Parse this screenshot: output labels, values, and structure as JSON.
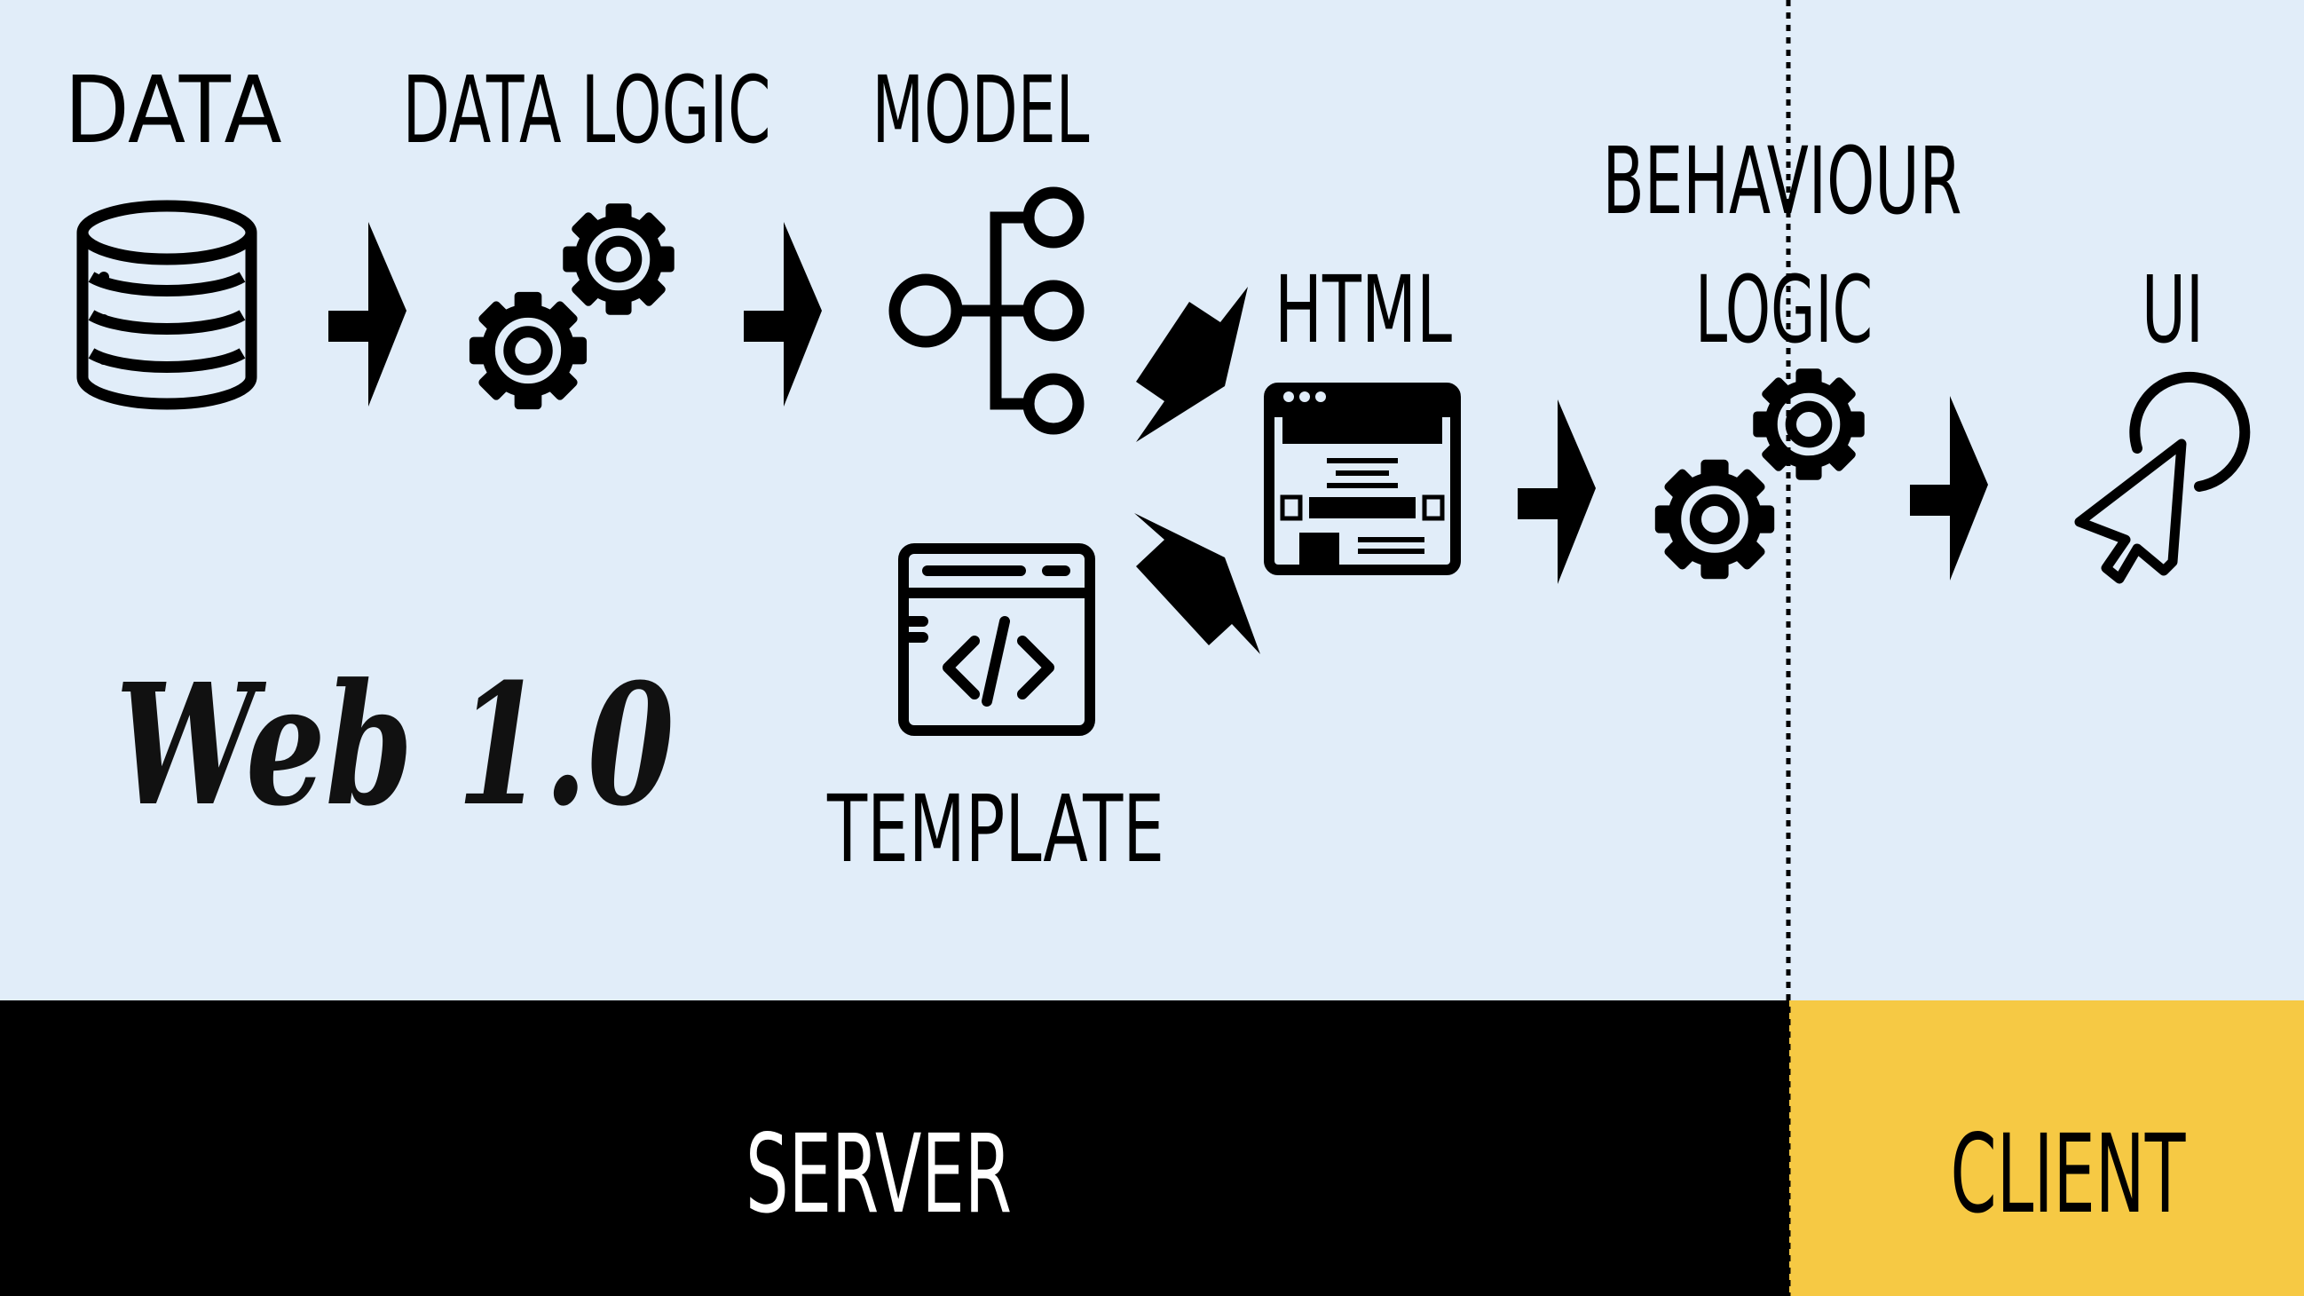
{
  "title": "Web 1.0",
  "steps": {
    "data": "DATA",
    "data_logic": "DATA LOGIC",
    "model": "MODEL",
    "template": "TEMPLATE",
    "html": "HTML",
    "behaviour_line1": "BEHAVIOUR",
    "behaviour_line2": "LOGIC",
    "ui": "UI"
  },
  "zones": {
    "server": "SERVER",
    "client": "CLIENT"
  },
  "colors": {
    "background": "#e1edf9",
    "server_band": "#000000",
    "client_band": "#f6c944",
    "ink": "#000000"
  },
  "icons": [
    "database-icon",
    "gears-icon",
    "tree-icon",
    "code-window-icon",
    "webpage-icon",
    "gears-icon",
    "cursor-click-icon",
    "arrow-icon"
  ]
}
